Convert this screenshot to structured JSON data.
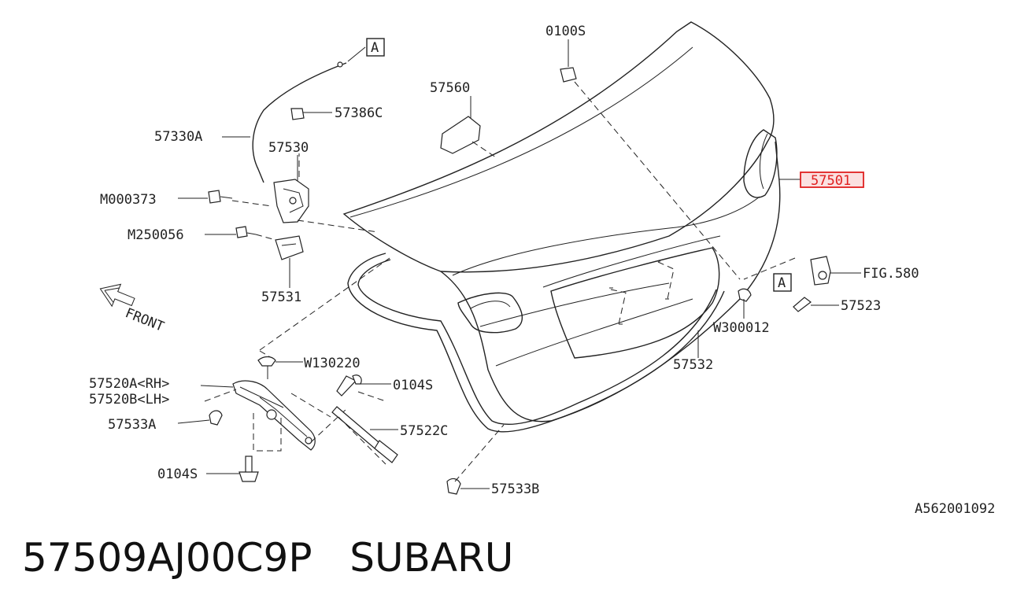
{
  "callouts": {
    "ref_a_top": "A",
    "ref_a_right": "A",
    "bolt_0100s": "0100S",
    "light_57560": "57560",
    "clip_57386c": "57386C",
    "cable_57330a": "57330A",
    "latch_57530": "57530",
    "bolt_m000373": "M000373",
    "bolt_m250056": "M250056",
    "striker_57531": "57531",
    "trunk_lid_57501": "57501",
    "ref_fig580": "FIG.580",
    "part_57523": "57523",
    "grommet_w300012": "W300012",
    "seal_57532": "57532",
    "grommet_w130220": "W130220",
    "hinge_57520a": "57520A<RH>",
    "hinge_57520b": "57520B<LH>",
    "bolt_0104s_upper": "0104S",
    "cushion_57533a": "57533A",
    "stay_57522c": "57522C",
    "bolt_0104s_lower": "0104S",
    "cushion_57533b": "57533B",
    "front": "FRONT"
  },
  "diagram_code": "A562001092",
  "footer": {
    "part_number": "57509AJ00C9P",
    "brand": "SUBARU"
  },
  "colors": {
    "line": "#222222",
    "highlight": "#e02020",
    "highlight_fill": "#fbe0e0"
  }
}
